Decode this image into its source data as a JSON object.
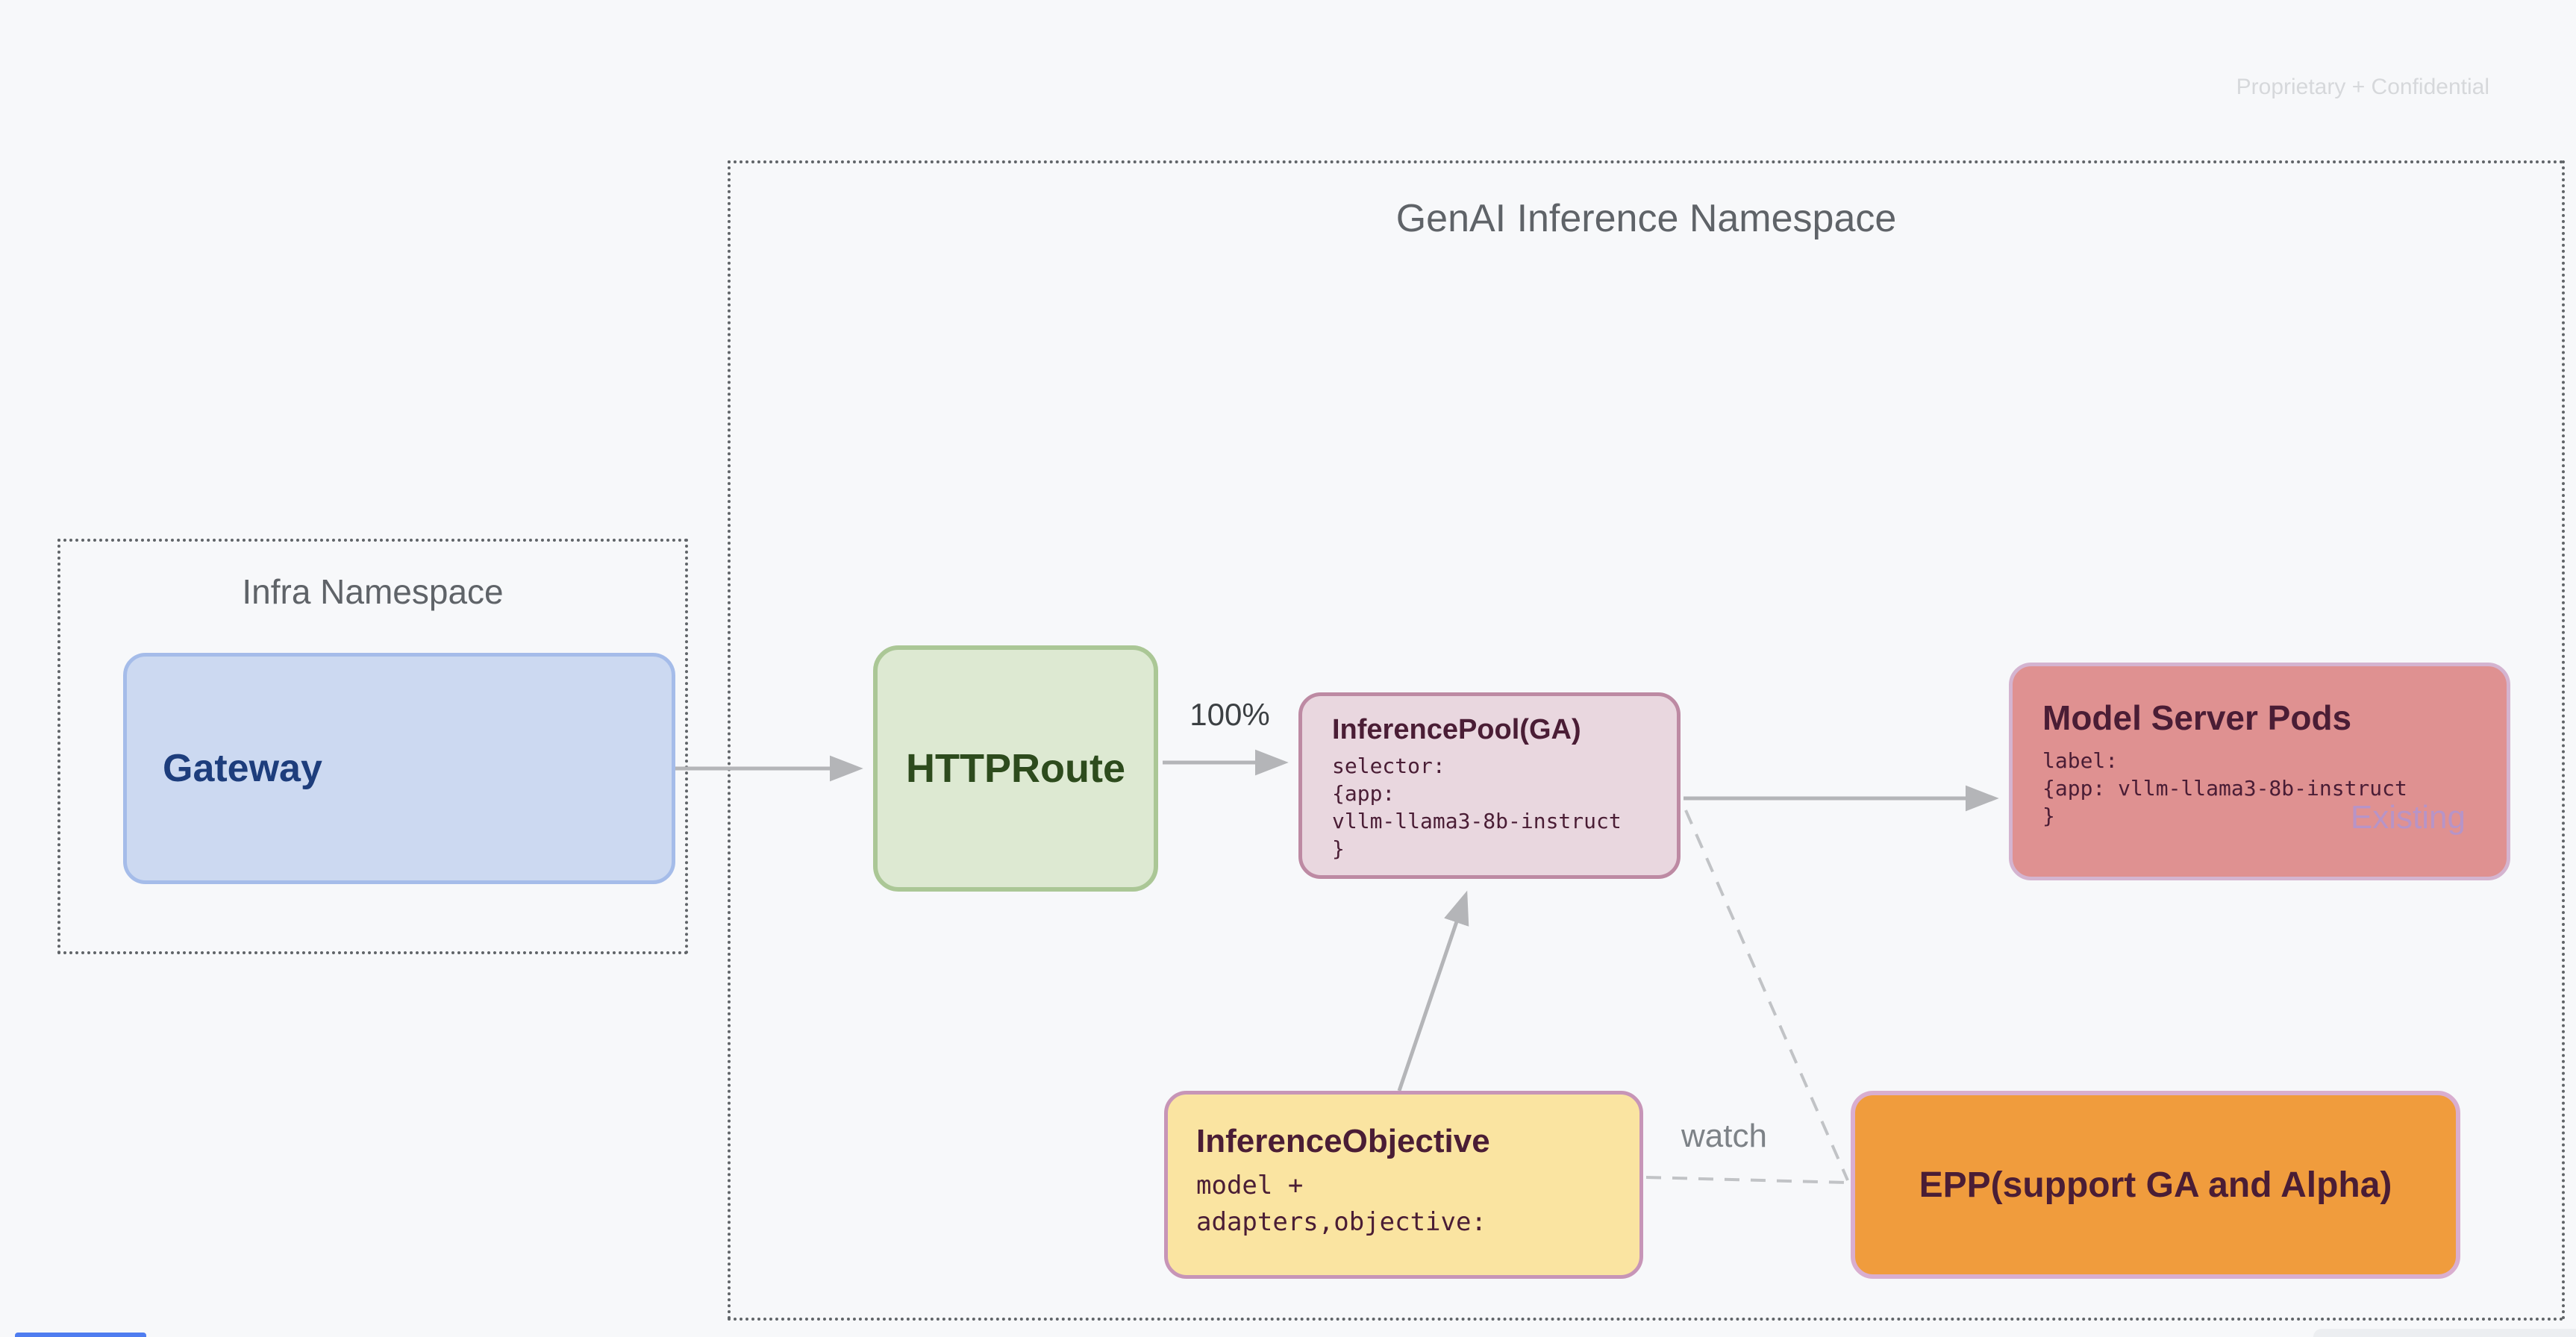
{
  "watermark": "Proprietary + Confidential",
  "infra_namespace": {
    "title": "Infra Namespace",
    "gateway": {
      "label": "Gateway"
    }
  },
  "genai_namespace": {
    "title": "GenAI Inference Namespace",
    "httproute": {
      "label": "HTTPRoute"
    },
    "inference_pool": {
      "title": "InferencePool(GA)",
      "code_lines": [
        "selector:",
        "{app:",
        "vllm-llama3-8b-instruct",
        "}"
      ]
    },
    "model_server_pods": {
      "title": "Model Server Pods",
      "code_lines": [
        "label:",
        "{app: vllm-llama3-8b-instruct",
        "}"
      ],
      "status_tag": "Existing"
    },
    "inference_objective": {
      "title": "InferenceObjective",
      "code_lines": [
        "model +",
        "adapters,objective:"
      ]
    },
    "epp": {
      "label": "EPP(support GA and Alpha)"
    }
  },
  "edges": {
    "httproute_to_pool_label": "100%",
    "objective_to_epp_label": "watch"
  },
  "colors": {
    "background": "#f7f8fa",
    "namespace_border": "#606468",
    "namespace_title": "#5f6368",
    "gateway_fill": "#ccd9f1",
    "gateway_border": "#a5bce9",
    "gateway_text": "#1d3d7c",
    "httproute_fill": "#dde9d2",
    "httproute_border": "#abc796",
    "httproute_text": "#2d4b1d",
    "inference_pool_fill": "#e9d7df",
    "inference_pool_border": "#bd8aa3",
    "model_server_fill": "#df9191",
    "model_server_border": "#d4b4d0",
    "inference_objective_fill": "#fae4a1",
    "inference_objective_border": "#c795b7",
    "epp_fill": "#f09c3d",
    "epp_border": "#d9aecf",
    "node_text": "#4a1d35",
    "existing_tag_text": "#b794c7",
    "arrow": "#b4b5b8",
    "dashed_line": "#c1c3c6",
    "watermark_text": "#d6d8db"
  }
}
